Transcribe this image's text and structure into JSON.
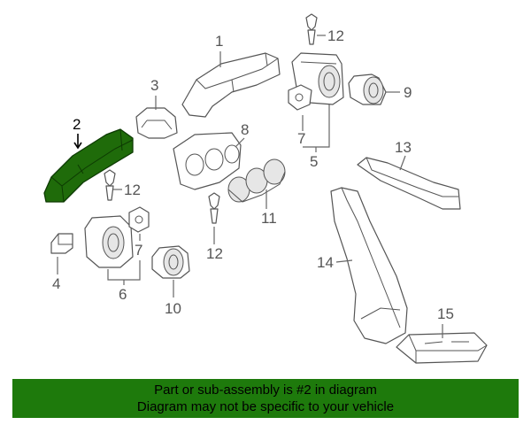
{
  "callouts": {
    "c1": "1",
    "c2": "2",
    "c3": "3",
    "c4": "4",
    "c5": "5",
    "c6": "6",
    "c7a": "7",
    "c7b": "7",
    "c8": "8",
    "c9": "9",
    "c10": "10",
    "c11": "11",
    "c12a": "12",
    "c12b": "12",
    "c12c": "12",
    "c13": "13",
    "c14": "14",
    "c15": "15"
  },
  "highlight": {
    "part_number": "2",
    "color": "#1f6b0a"
  },
  "caption": {
    "line1": "Part or sub-assembly is #2 in diagram",
    "line2": "Diagram may not be specific to your vehicle",
    "background": "#1e7a0c"
  }
}
